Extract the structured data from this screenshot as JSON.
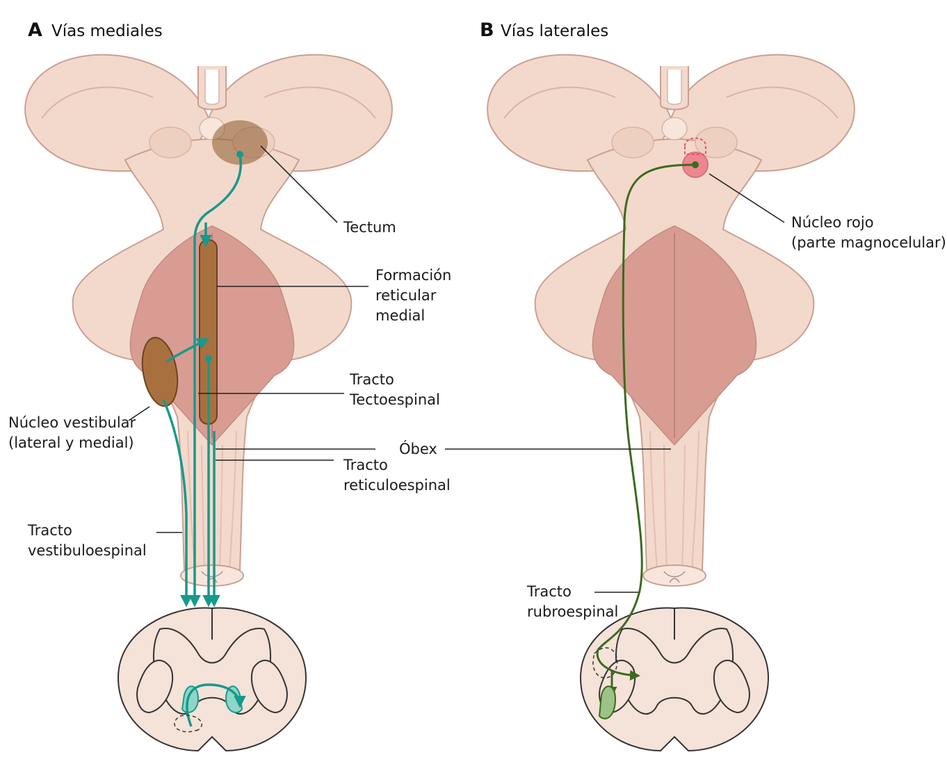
{
  "panels": [
    {
      "letter": "A",
      "title": "Vías mediales"
    },
    {
      "letter": "B",
      "title": "Vías laterales"
    }
  ],
  "labels": {
    "tectum": "Tectum",
    "formacion_1": "Formación",
    "formacion_2": "reticular",
    "formacion_3": "medial",
    "tecto_1": "Tracto",
    "tecto_2": "Tectoespinal",
    "vestibular_1": "Núcleo vestibular",
    "vestibular_2": "(lateral y medial)",
    "obex": "Óbex",
    "reticulo_1": "Tracto",
    "reticulo_2": "reticuloespinal",
    "vestibulo_1": "Tracto",
    "vestibulo_2": "vestibuloespinal",
    "rojo_1": "Núcleo rojo",
    "rojo_2": "(parte magnocelular)",
    "rubro_1": "Tracto",
    "rubro_2": "rubroespinal"
  },
  "colors": {
    "tissue": "#f3d9cb",
    "tissue_dark": "#d9a99c",
    "fossa": "#d89c93",
    "outline": "#b98a80",
    "medial_path": "#159a8c",
    "lateral_path": "#3a6b1e",
    "nucleus_brown": "#8b5a2b",
    "red_nucleus": "#e8506a",
    "horn_teal": "#8fd6c6",
    "horn_green": "#9cc287"
  }
}
